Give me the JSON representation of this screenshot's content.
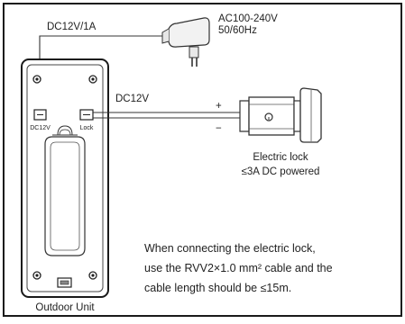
{
  "power": {
    "label": "DC12V/1A",
    "adapter_line1": "AC100-240V",
    "adapter_line2": "50/60Hz"
  },
  "unit": {
    "port_dc_label": "DC12V",
    "port_lock_label": "Lock",
    "name": "Outdoor Unit"
  },
  "lock_wiring": {
    "cable_label": "DC12V",
    "plus": "+",
    "minus": "−"
  },
  "lock": {
    "title": "Electric lock",
    "spec": "≤3A DC powered"
  },
  "note": {
    "line1": "When connecting the electric lock,",
    "line2": "use the RVV2×1.0 mm² cable and the",
    "line3": "cable length should be ≤15m."
  },
  "colors": {
    "line": "#333333",
    "frame": "#1a1a1a"
  }
}
